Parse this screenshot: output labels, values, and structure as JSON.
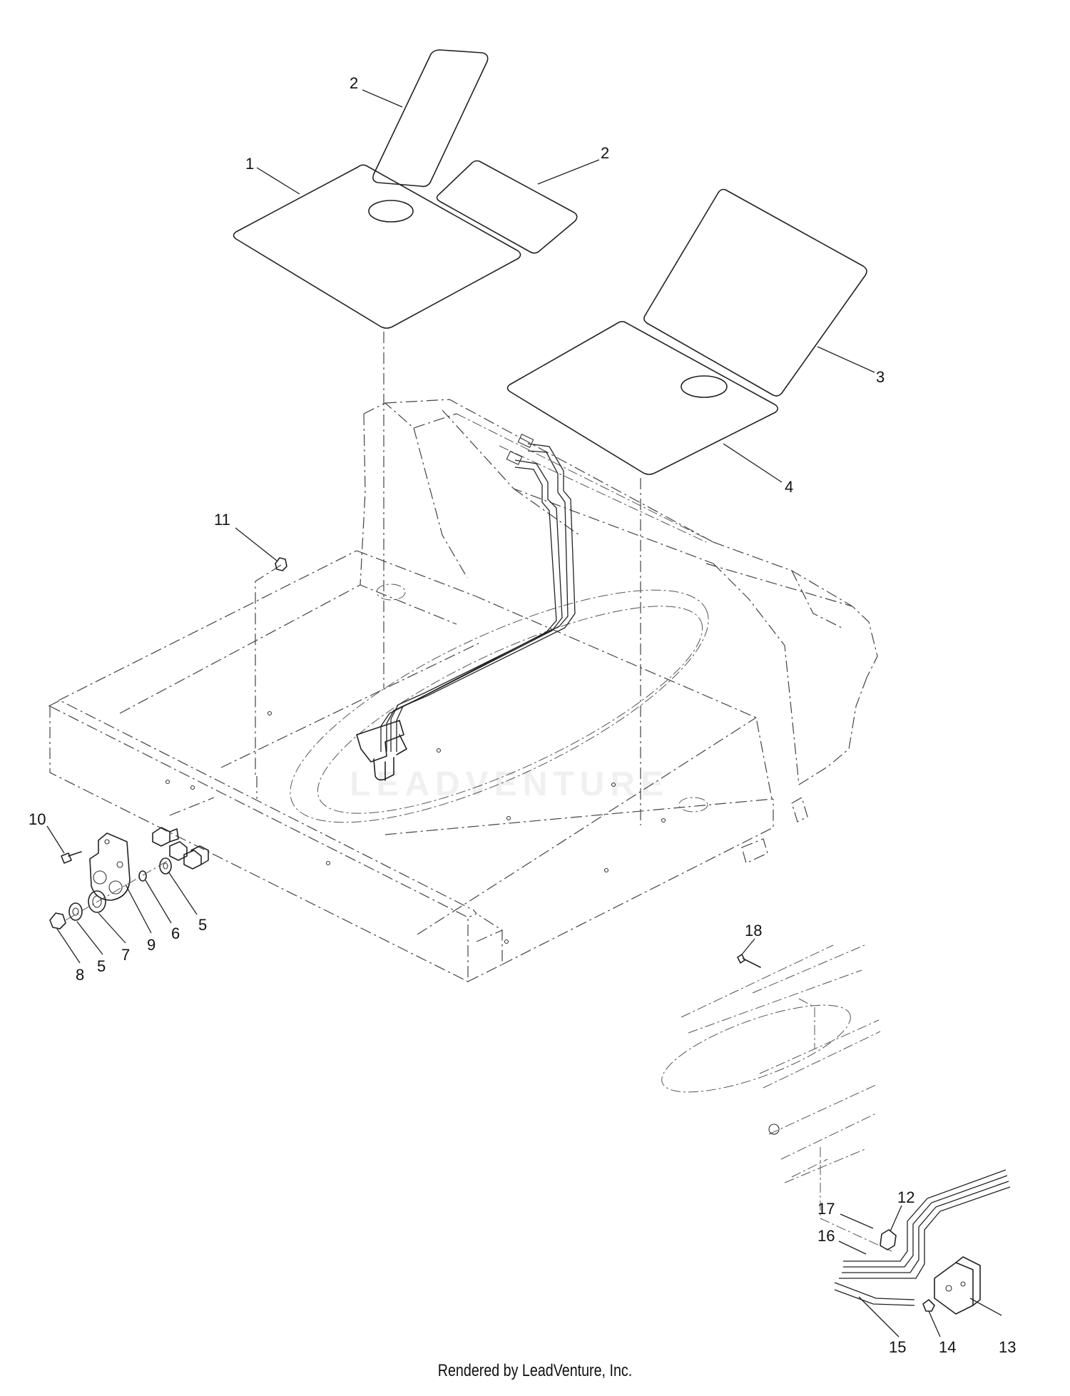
{
  "callouts": {
    "c1": "1",
    "c2a": "2",
    "c2b": "2",
    "c3": "3",
    "c4": "4",
    "c5a": "5",
    "c5b": "5",
    "c6": "6",
    "c7": "7",
    "c8": "8",
    "c9": "9",
    "c10": "10",
    "c11": "11",
    "c12": "12",
    "c13": "13",
    "c14": "14",
    "c15": "15",
    "c16": "16",
    "c17": "17",
    "c18": "18"
  },
  "watermark": "LEADVENTURE",
  "footer": "Rendered by LeadVenture, Inc."
}
